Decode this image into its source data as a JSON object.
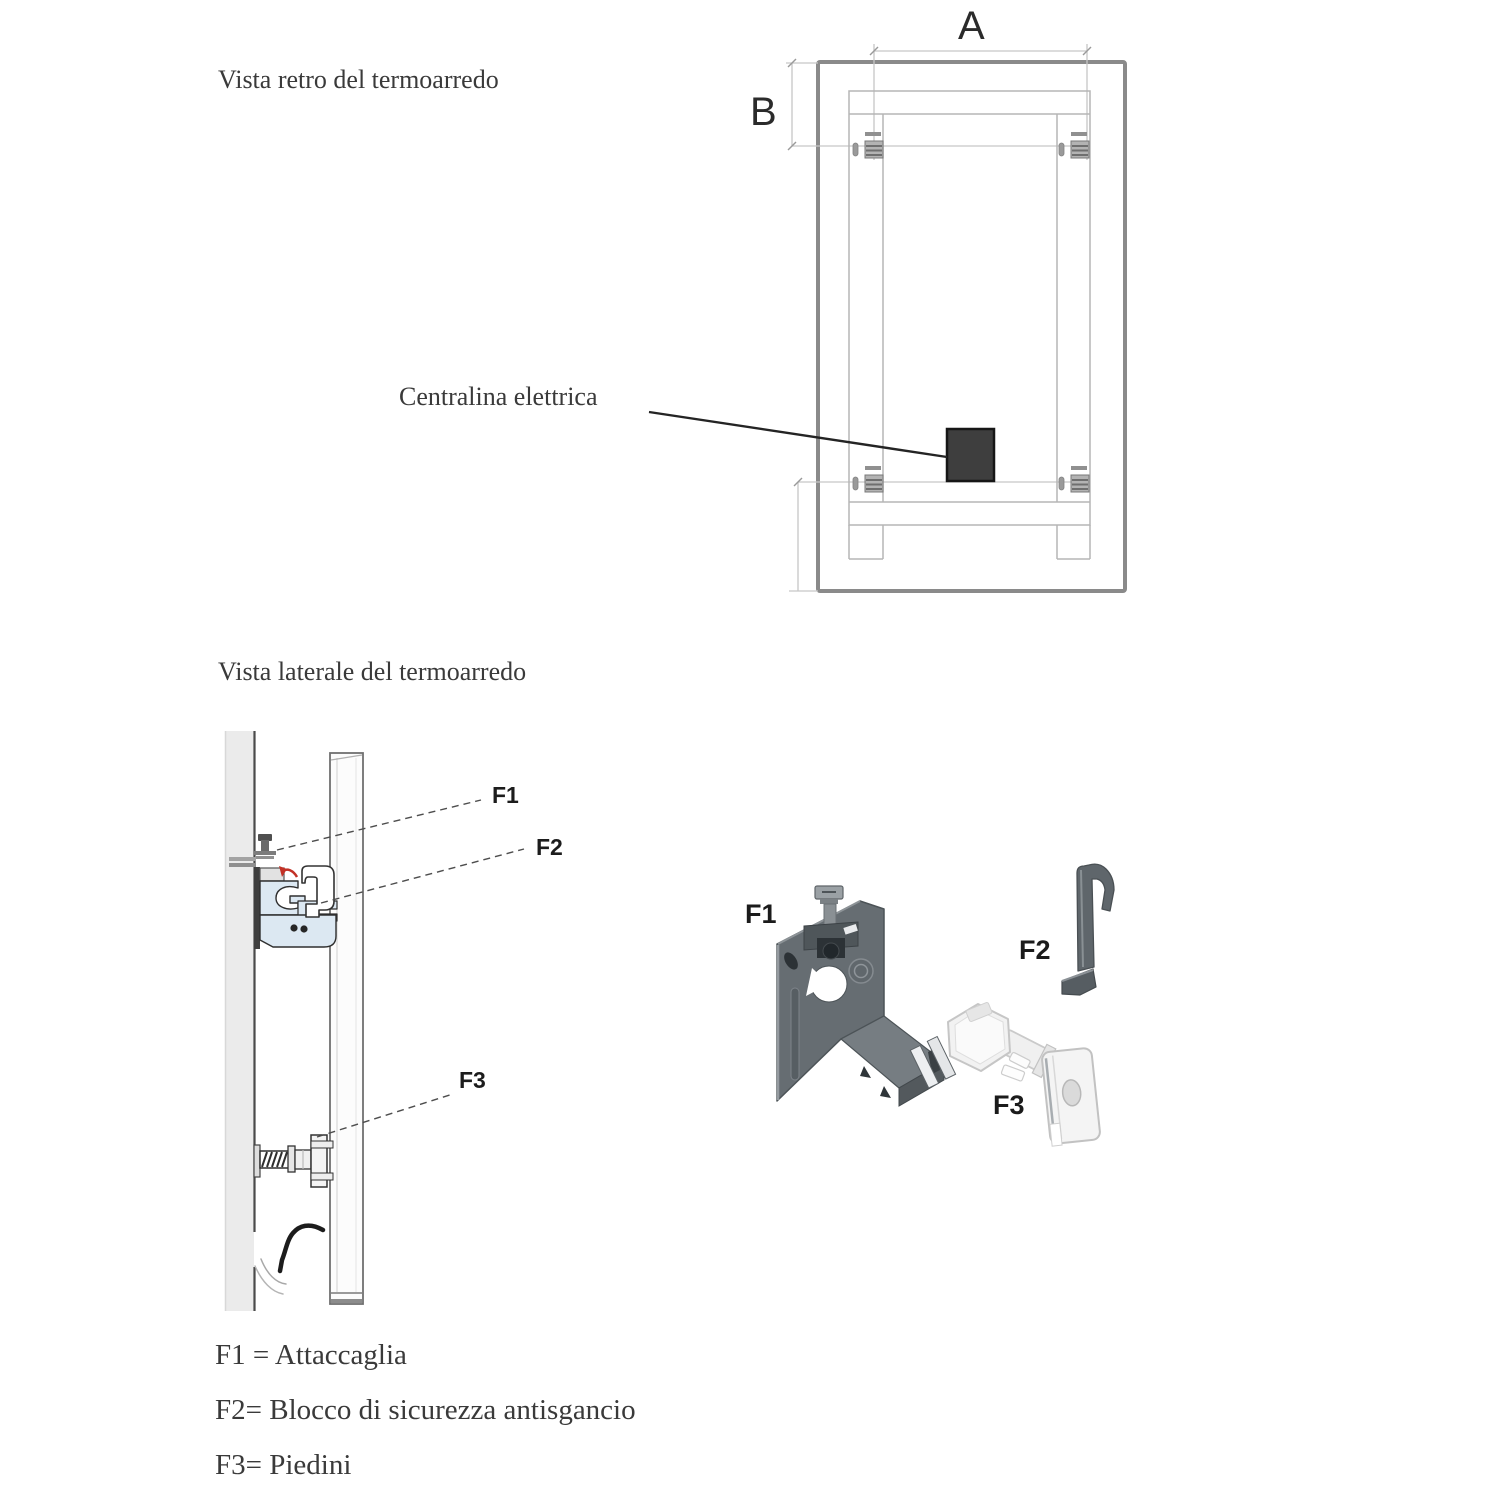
{
  "document": {
    "background": "#ffffff",
    "language": "it",
    "type": "installation-instructions-towel-radiator"
  },
  "headings": {
    "rear_view": "Vista retro del termoarredo",
    "side_view": "Vista laterale del termoarredo"
  },
  "annotations": {
    "centralina": "Centralina elettrica"
  },
  "dimension_labels": {
    "a": "A",
    "b": "B"
  },
  "part_labels": {
    "side_view": {
      "f1": "F1",
      "f2": "F2",
      "f3": "F3"
    },
    "parts_3d": {
      "f1": "F1",
      "f2": "F2",
      "f3": "F3"
    }
  },
  "legend": {
    "items": [
      "F1 = Attaccaglia",
      "F2= Blocco di sicurezza antisgancio",
      "F3= Piedini"
    ]
  },
  "colors": {
    "outer_outline": "#8a8a8a",
    "thin_frame": "#b5b5b5",
    "dimension_line": "#c6c6c6",
    "text": "#3a3a3a",
    "control_unit_box": "#3e3e3e",
    "bracket_blue": "#dce8f2",
    "metal_dark": "#5f666b",
    "metal_mid": "#767d82",
    "metal_light": "#9aa0a4",
    "plastic_white": "#f3f3f3",
    "arrow_red": "#c23126",
    "wall_fill": "#ebebeb"
  }
}
